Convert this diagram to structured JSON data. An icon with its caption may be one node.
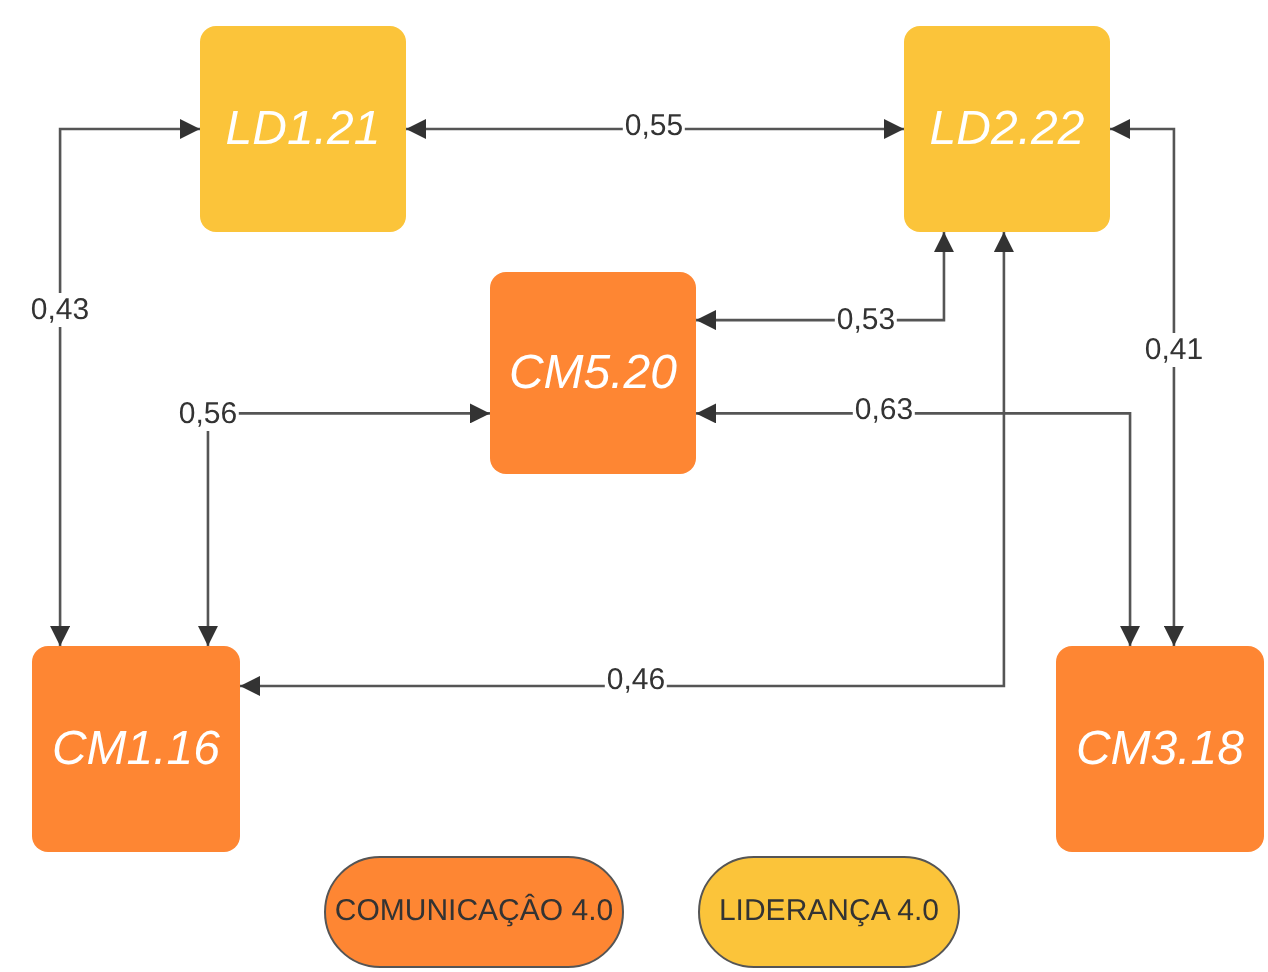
{
  "diagram": {
    "nodes": [
      {
        "text": [
          "LD1.21"
        ]
      },
      {
        "text": [
          "LD2.22"
        ]
      },
      {
        "text": [
          "CM5.20"
        ]
      },
      {
        "text": [
          "CM1.16"
        ]
      },
      {
        "text": [
          "CM3.18"
        ]
      },
      {
        "text": [
          "COMUNICAÇÂO 4.0"
        ]
      },
      {
        "text": [
          "LIDERANÇA 4.0"
        ]
      }
    ],
    "edges": [
      {
        "from": 0,
        "to": 1,
        "arrow": "both",
        "label": "0,55"
      },
      {
        "from": 0,
        "to": 3,
        "arrow": "both",
        "label": "0,43"
      },
      {
        "from": 2,
        "to": 3,
        "arrow": "both",
        "label": "0,56"
      },
      {
        "from": 1,
        "to": 2,
        "arrow": "both",
        "label": "0,53"
      },
      {
        "from": 2,
        "to": 4,
        "arrow": "both",
        "label": "0,63"
      },
      {
        "from": 1,
        "to": 4,
        "arrow": "both",
        "label": "0,41"
      },
      {
        "from": 3,
        "to": 1,
        "arrow": "both",
        "label": "0,46"
      }
    ]
  }
}
